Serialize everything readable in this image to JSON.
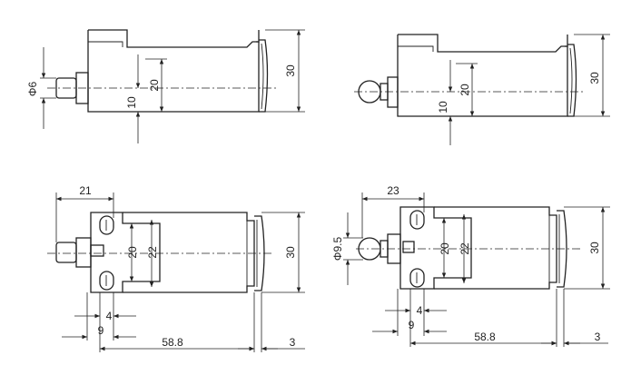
{
  "dimensions": {
    "top_left": {
      "shaft_diameter": "Φ6",
      "height_20": "20",
      "offset_10": "10",
      "height_30": "30"
    },
    "top_right": {
      "height_20": "20",
      "offset_10": "10",
      "height_30": "30"
    },
    "bottom_left": {
      "width_21": "21",
      "slot_20": "20",
      "slot_22": "22",
      "height_30": "30",
      "gap_4": "4",
      "offset_9": "9",
      "length": "58.8",
      "cap_3": "3"
    },
    "bottom_right": {
      "width_23": "23",
      "ball_diameter": "Φ9.5",
      "slot_20": "20",
      "slot_22": "22",
      "height_30": "30",
      "gap_4": "4",
      "offset_9": "9",
      "length": "58.8",
      "cap_3": "3"
    }
  }
}
